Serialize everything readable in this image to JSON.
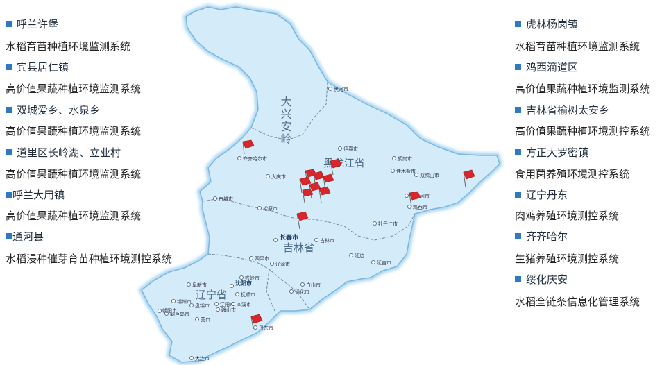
{
  "left_list": [
    {
      "location": "呼兰许堡",
      "system": "水稻育苗种植环境监测系统",
      "bullet_gap": true
    },
    {
      "location": "宾县居仁镇",
      "system": "高价值果蔬种植环境监测系统",
      "bullet_gap": true
    },
    {
      "location": "双城爱乡、水泉乡",
      "system": "高价值果蔬种植环境监测系统",
      "bullet_gap": true
    },
    {
      "location": "道里区长岭湖、立业村",
      "system": "高价值果蔬种植环境监测系统",
      "bullet_gap": true
    },
    {
      "location": "呼兰大用镇",
      "system": "高价值果蔬种植环境监测系统",
      "bullet_gap": false
    },
    {
      "location": "通河县",
      "system": "水稻浸种催芽育苗种植环境测控系统",
      "bullet_gap": false
    }
  ],
  "right_list": [
    {
      "location": "虎林杨岗镇",
      "system": "水稻育苗种植环境监测系统"
    },
    {
      "location": "鸡西滴道区",
      "system": "高价值果蔬种植环境监测系统"
    },
    {
      "location": "吉林省榆树太安乡",
      "system": "高价值果蔬种植环境测控系统"
    },
    {
      "location": "方正大罗密镇",
      "system": "食用菌养殖环境测控系统"
    },
    {
      "location": "辽宁丹东",
      "system": "肉鸡养殖环境测控系统"
    },
    {
      "location": "齐齐哈尔",
      "system": "生猪养殖环境测控系统"
    },
    {
      "location": "绥化庆安",
      "system": "水稻全链条信息化管理系统"
    }
  ],
  "map": {
    "region_labels": {
      "daxinganling": "大兴安岭",
      "heilongjiang": "黑龙江省",
      "jilin": "吉林省",
      "liaoning": "辽宁省"
    },
    "cities": [
      {
        "name": "黑河市",
        "id": "heihe"
      },
      {
        "name": "伊春市",
        "id": "yichun"
      },
      {
        "name": "鹤岗市",
        "id": "hegang"
      },
      {
        "name": "佳木斯市",
        "id": "jiamusi"
      },
      {
        "name": "双鸭山市",
        "id": "shuangyashan"
      },
      {
        "name": "齐齐哈尔市",
        "id": "qiqihar"
      },
      {
        "name": "大庆市",
        "id": "daqing"
      },
      {
        "name": "七台河市",
        "id": "qitaihe"
      },
      {
        "name": "鸡西市",
        "id": "jixi"
      },
      {
        "name": "白城市",
        "id": "baicheng"
      },
      {
        "name": "松原市",
        "id": "songyuan"
      },
      {
        "name": "牡丹江市",
        "id": "mudanjiang"
      },
      {
        "name": "长春市",
        "id": "changchun"
      },
      {
        "name": "吉林市",
        "id": "jilin"
      },
      {
        "name": "四平市",
        "id": "siping"
      },
      {
        "name": "辽源市",
        "id": "liaoyuan"
      },
      {
        "name": "延边",
        "id": "yanbian"
      },
      {
        "name": "延吉市",
        "id": "yanji"
      },
      {
        "name": "铁岭市",
        "id": "tieling"
      },
      {
        "name": "沈阳市",
        "id": "shenyang"
      },
      {
        "name": "抚顺市",
        "id": "fushun"
      },
      {
        "name": "白山市",
        "id": "baishan"
      },
      {
        "name": "通化市",
        "id": "tonghua"
      },
      {
        "name": "阜新市",
        "id": "fuxin"
      },
      {
        "name": "锦州市",
        "id": "jinzhou"
      },
      {
        "name": "盘锦市",
        "id": "panjin"
      },
      {
        "name": "辽阳市",
        "id": "liaoyang"
      },
      {
        "name": "本溪市",
        "id": "benxi"
      },
      {
        "name": "鞍山市",
        "id": "anshan"
      },
      {
        "name": "葫芦岛市",
        "id": "huludao"
      },
      {
        "name": "营口",
        "id": "yingkou"
      },
      {
        "name": "丹东市",
        "id": "dandong"
      },
      {
        "name": "大连市",
        "id": "dalian"
      },
      {
        "name": "朝阳市",
        "id": "chaoyang"
      }
    ]
  }
}
